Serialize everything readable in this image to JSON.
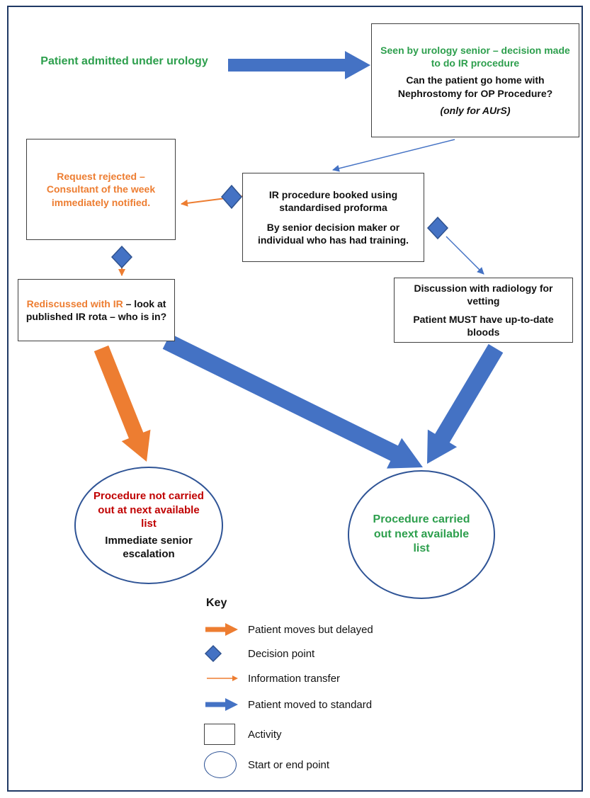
{
  "colors": {
    "green": "#2D9F4D",
    "orange": "#ED7D31",
    "blue": "#4472C4",
    "red": "#C00000",
    "navy_border": "#2F5496",
    "frame_border": "#1F3864"
  },
  "flow": {
    "admitted_label": "Patient admitted under urology",
    "seen_by": {
      "heading": "Seen by urology senior – decision made to do IR procedure",
      "question": "Can the patient go home with Nephrostomy for OP Procedure?",
      "note": "(only for AUrS)"
    },
    "booked": {
      "line1": "IR procedure booked using standardised proforma",
      "line2": "By senior decision maker or individual who has had training."
    },
    "rejected": "Request rejected – Consultant of the week immediately notified.",
    "rediscussed": {
      "highlight": "Rediscussed with IR",
      "rest": " – look at published IR rota – who is in?"
    },
    "vetting": {
      "line1": "Discussion with radiology for vetting",
      "line2": "Patient MUST have up-to-date bloods"
    },
    "end_fail": {
      "line1": "Procedure not carried out at next available list",
      "line2": "Immediate senior escalation"
    },
    "end_success": "Procedure carried out next available list"
  },
  "key": {
    "title": "Key",
    "items": [
      {
        "icon": "orange-fat-arrow-icon",
        "label": "Patient moves but delayed"
      },
      {
        "icon": "blue-diamond-icon",
        "label": "Decision point"
      },
      {
        "icon": "orange-thin-arrow-icon",
        "label": "Information transfer"
      },
      {
        "icon": "blue-fat-arrow-icon",
        "label": "Patient moved to standard"
      },
      {
        "icon": "activity-rectangle-icon",
        "label": "Activity"
      },
      {
        "icon": "start-end-ellipse-icon",
        "label": "Start or end point"
      }
    ]
  }
}
